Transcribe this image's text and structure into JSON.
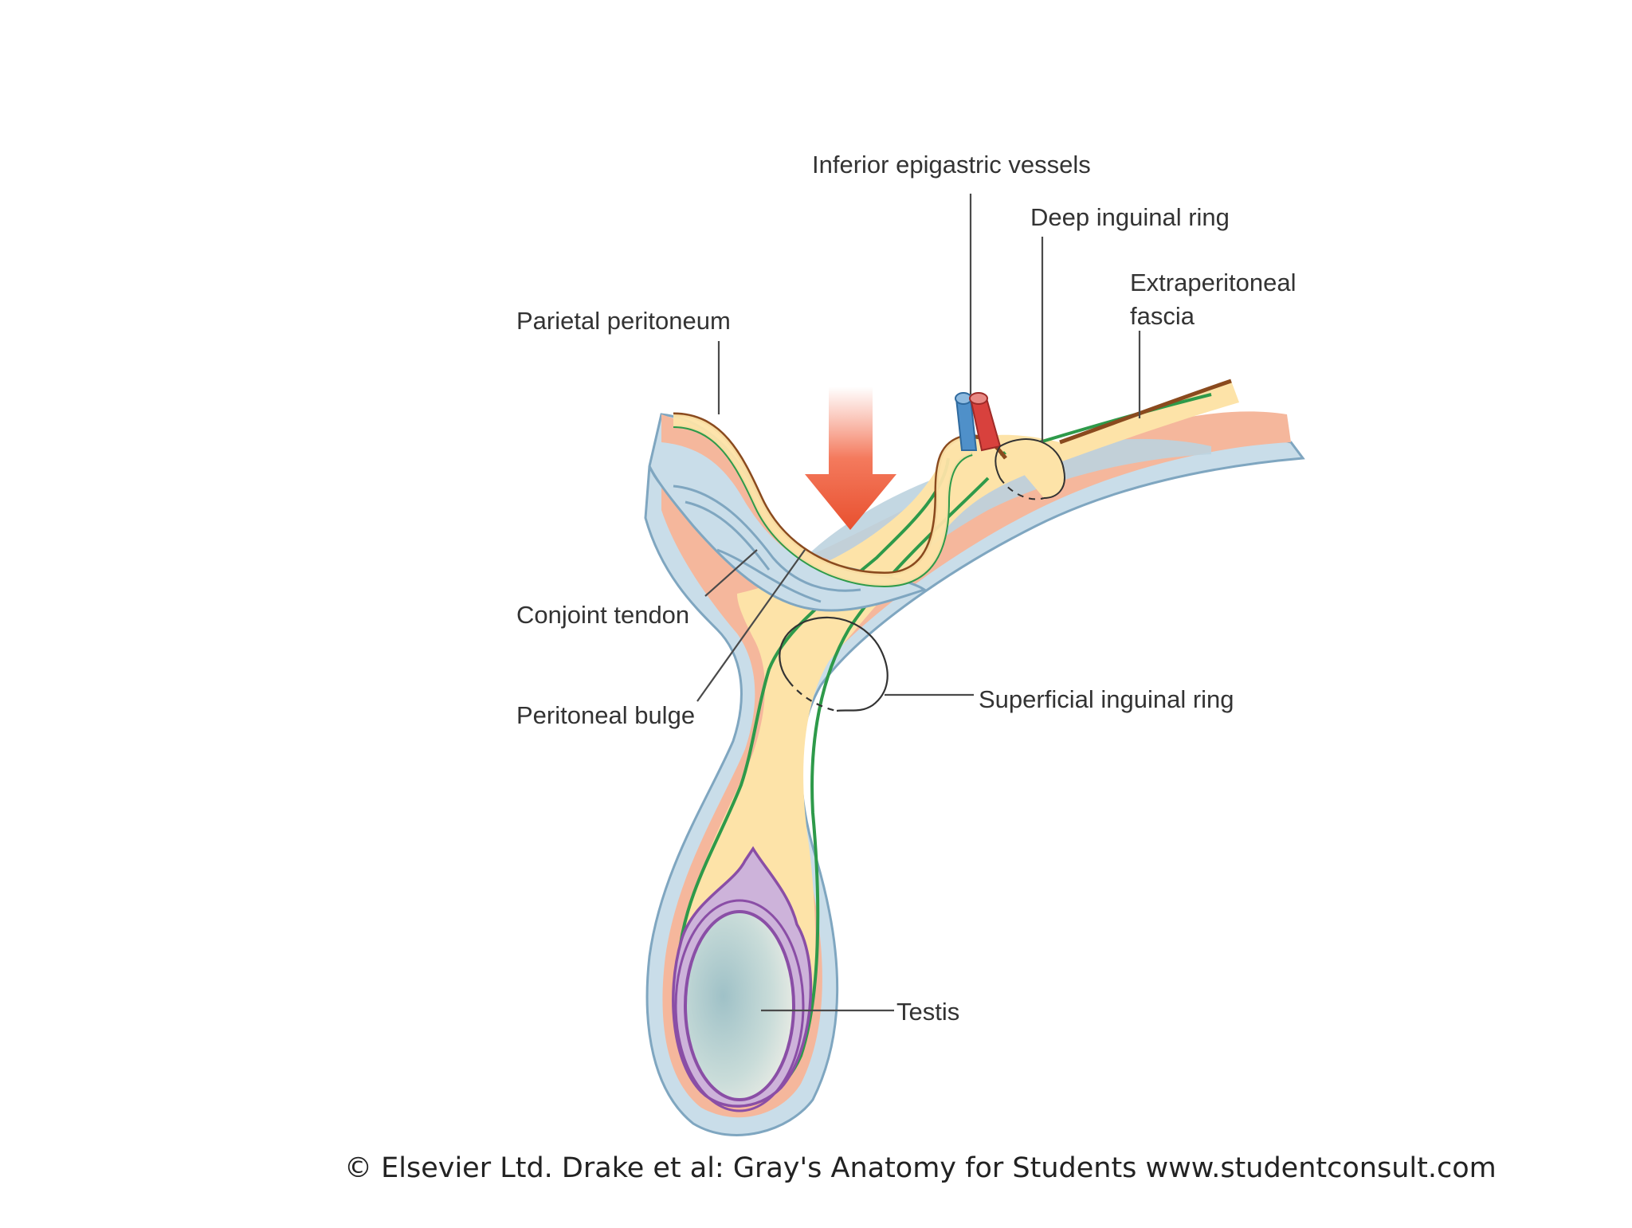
{
  "labels": {
    "inferior_epigastric_vessels": "Inferior epigastric vessels",
    "deep_inguinal_ring": "Deep inguinal ring",
    "extraperitoneal_fascia_line1": "Extraperitoneal",
    "extraperitoneal_fascia_line2": "fascia",
    "parietal_peritoneum": "Parietal peritoneum",
    "conjoint_tendon": "Conjoint tendon",
    "peritoneal_bulge": "Peritoneal bulge",
    "superficial_inguinal_ring": "Superficial inguinal ring",
    "testis": "Testis"
  },
  "credit": "© Elsevier Ltd. Drake et al: Gray's Anatomy for Students www.studentconsult.com",
  "colors": {
    "peritoneum_brown": "#8a4a1e",
    "extraperitoneal_yellow": "#fde3a7",
    "green_line": "#2e9a4a",
    "muscle_salmon": "#f5b59a",
    "fascia_blue": "#c6dbe8",
    "fascia_outline": "#7fa6c0",
    "arrow_red": "#ee5a3e",
    "artery_red": "#d8413d",
    "vein_blue": "#4f90c9",
    "testis_purple": "#8a4ea6",
    "tunica_lilac": "#cdb3da",
    "testis_fill": "#b9d3d8"
  }
}
